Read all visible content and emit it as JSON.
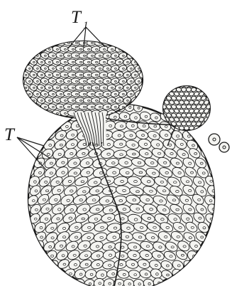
{
  "figure": {
    "labels": {
      "t1_main": "T",
      "t1_sub": "1",
      "t": "T"
    },
    "colors": {
      "ink": "#1a1a1a",
      "cell_fill": "#f4f4f1",
      "background": "#ffffff"
    }
  }
}
